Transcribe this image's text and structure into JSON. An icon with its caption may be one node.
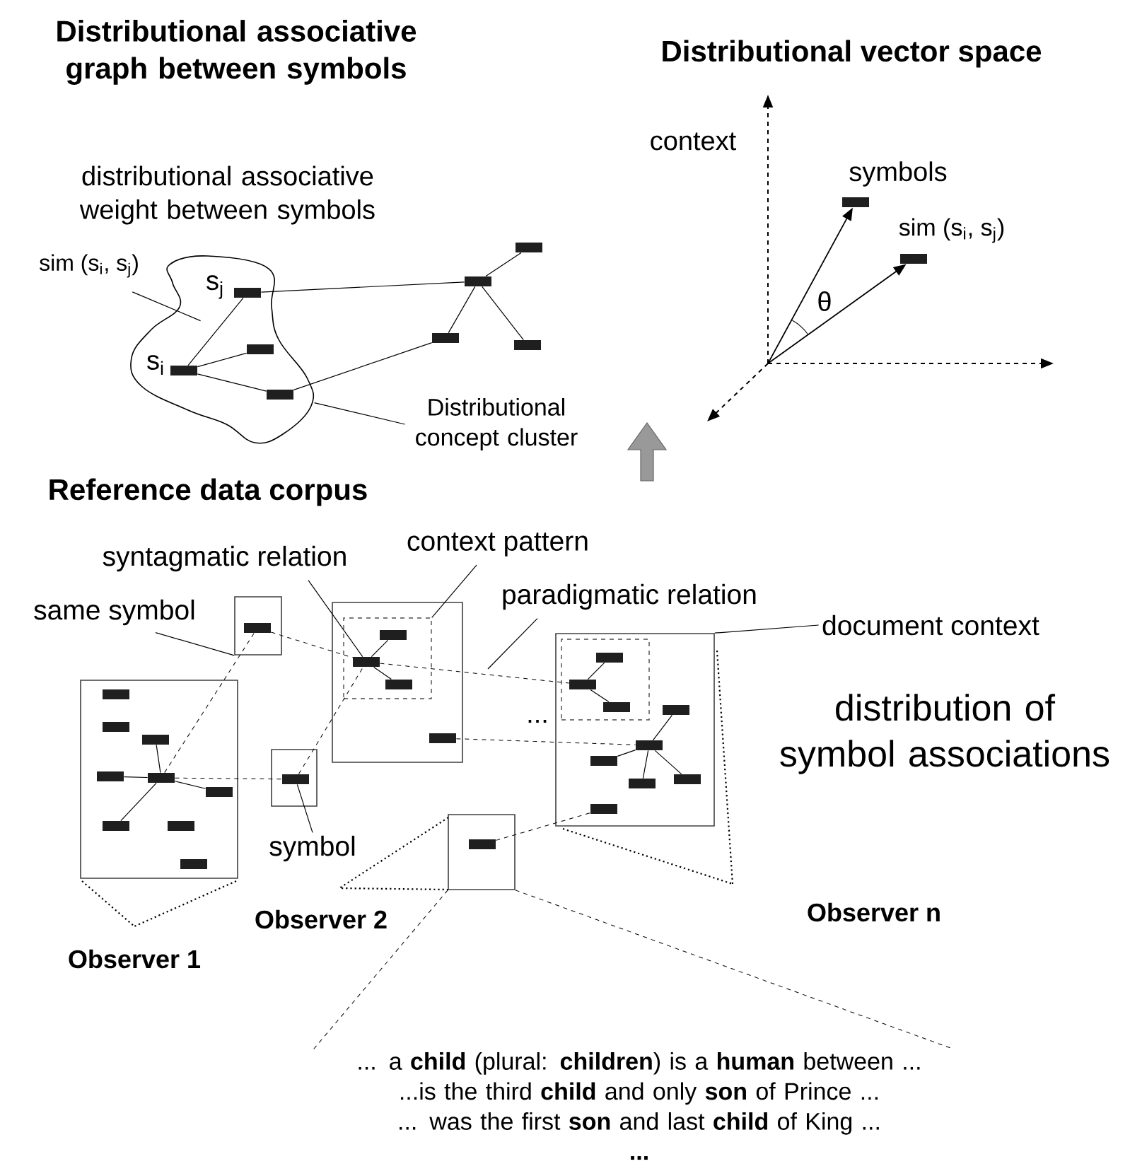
{
  "diagram": {
    "nodes": [
      {
        "text": [],
        "shape": "cloud"
      },
      {
        "text": [],
        "shape": "bar",
        "in": 0,
        "beside": [
          "s$_{j}$"
        ]
      },
      {
        "text": [],
        "shape": "bar",
        "in": 0
      },
      {
        "text": [],
        "shape": "bar",
        "in": 0,
        "beside": [
          "s$_{i}$"
        ]
      },
      {
        "text": [],
        "shape": "bar",
        "in": 0
      },
      {
        "text": [],
        "shape": "bar"
      },
      {
        "text": [],
        "shape": "bar"
      },
      {
        "text": [],
        "shape": "bar"
      },
      {
        "text": [],
        "shape": "bar"
      },
      {
        "text": [
          "sim (s$_{i}$, s$_{j}$)"
        ]
      },
      {
        "text": [
          "Distributional concept cluster"
        ]
      },
      {
        "text": [],
        "shape": "bar",
        "beside": [
          "symbols"
        ]
      },
      {
        "text": [],
        "shape": "bar",
        "beside": [
          "sim (s$_{i}$, s$_{j}$)"
        ]
      },
      {
        "text": [],
        "shape": "box"
      },
      {
        "text": [],
        "shape": "bar",
        "in": 13
      },
      {
        "text": [],
        "shape": "box",
        "beside": [
          "Observer 1"
        ]
      },
      {
        "text": [],
        "shape": "bar",
        "in": 15
      },
      {
        "text": [],
        "shape": "bar",
        "in": 15
      },
      {
        "text": [],
        "shape": "bar",
        "in": 15
      },
      {
        "text": [],
        "shape": "bar",
        "in": 15
      },
      {
        "text": [],
        "shape": "bar",
        "in": 15
      },
      {
        "text": [],
        "shape": "bar",
        "in": 15
      },
      {
        "text": [],
        "shape": "bar",
        "in": 15
      },
      {
        "text": [],
        "shape": "bar",
        "in": 15
      },
      {
        "text": [],
        "shape": "bar",
        "in": 15
      },
      {
        "text": [],
        "shape": "box"
      },
      {
        "text": [],
        "shape": "bar",
        "in": 25
      },
      {
        "text": [],
        "shape": "box"
      },
      {
        "text": [],
        "shape": "box",
        "in": 27
      },
      {
        "text": [],
        "shape": "bar",
        "in": 28
      },
      {
        "text": [],
        "shape": "bar",
        "in": 28
      },
      {
        "text": [],
        "shape": "bar",
        "in": 28
      },
      {
        "text": [],
        "shape": "bar",
        "in": 27
      },
      {
        "text": [],
        "shape": "box"
      },
      {
        "text": [],
        "shape": "box",
        "in": 33
      },
      {
        "text": [],
        "shape": "bar",
        "in": 34
      },
      {
        "text": [],
        "shape": "bar",
        "in": 34
      },
      {
        "text": [],
        "shape": "bar",
        "in": 34
      },
      {
        "text": [],
        "shape": "bar",
        "in": 33
      },
      {
        "text": [],
        "shape": "bar",
        "in": 33
      },
      {
        "text": [],
        "shape": "bar",
        "in": 33
      },
      {
        "text": [],
        "shape": "bar",
        "in": 33
      },
      {
        "text": [],
        "shape": "bar",
        "in": 33
      },
      {
        "text": [],
        "shape": "bar",
        "in": 33
      },
      {
        "text": [],
        "shape": "box",
        "beside": [
          "Observer 2"
        ]
      },
      {
        "text": [],
        "shape": "bar",
        "in": 44
      },
      {
        "text": [
          "same symbol"
        ]
      },
      {
        "text": [
          "syntagmatic relation"
        ]
      },
      {
        "text": [
          "context pattern"
        ]
      },
      {
        "text": [
          "paradigmatic relation"
        ]
      },
      {
        "text": [
          "document context"
        ]
      },
      {
        "text": [
          "symbol"
        ]
      },
      {
        "text": [
          "... a **child** (plural: **children**) is a **human** between ...",
          "...is the third **child** and only **son** of Prince ...",
          "... was the first **son** and last **child** of King ...",
          "..."
        ]
      }
    ],
    "edges": [
      {
        "from": 1,
        "to": 3,
        "arrow": "none"
      },
      {
        "from": 3,
        "to": 2,
        "arrow": "none"
      },
      {
        "from": 3,
        "to": 4,
        "arrow": "none"
      },
      {
        "from": 1,
        "to": 5,
        "arrow": "none"
      },
      {
        "from": 4,
        "to": 7,
        "arrow": "none"
      },
      {
        "from": 5,
        "to": 6,
        "arrow": "none"
      },
      {
        "from": 5,
        "to": 7,
        "arrow": "none"
      },
      {
        "from": 5,
        "to": 8,
        "arrow": "none"
      },
      {
        "from": 9,
        "to": 0,
        "arrow": "none"
      },
      {
        "from": 10,
        "to": 0,
        "arrow": "none"
      },
      {
        "from": null,
        "to": 11,
        "arrow": "to"
      },
      {
        "from": null,
        "to": 12,
        "arrow": "to"
      },
      {
        "from": 14,
        "to": 30,
        "arrow": "none",
        "style": "dashed"
      },
      {
        "from": 20,
        "to": 14,
        "arrow": "none",
        "style": "dashed"
      },
      {
        "from": 20,
        "to": 26,
        "arrow": "none",
        "style": "dashed"
      },
      {
        "from": 26,
        "to": 30,
        "arrow": "none",
        "style": "dashed"
      },
      {
        "from": 30,
        "to": 35,
        "arrow": "none",
        "style": "dashed"
      },
      {
        "from": 32,
        "to": 38,
        "arrow": "none",
        "style": "dashed"
      },
      {
        "from": 45,
        "to": 43,
        "arrow": "none",
        "style": "dashed"
      },
      {
        "from": 20,
        "to": 18,
        "arrow": "none"
      },
      {
        "from": 20,
        "to": 19,
        "arrow": "none"
      },
      {
        "from": 20,
        "to": 21,
        "arrow": "none"
      },
      {
        "from": 20,
        "to": 22,
        "arrow": "none"
      },
      {
        "from": 30,
        "to": 29,
        "arrow": "none"
      },
      {
        "from": 30,
        "to": 31,
        "arrow": "none"
      },
      {
        "from": 35,
        "to": 36,
        "arrow": "none"
      },
      {
        "from": 35,
        "to": 37,
        "arrow": "none"
      },
      {
        "from": 38,
        "to": 39,
        "arrow": "none"
      },
      {
        "from": 38,
        "to": 40,
        "arrow": "none"
      },
      {
        "from": 38,
        "to": 41,
        "arrow": "none"
      },
      {
        "from": 38,
        "to": 42,
        "arrow": "none"
      },
      {
        "from": 46,
        "to": 13,
        "arrow": "none"
      },
      {
        "from": 47,
        "to": 30,
        "arrow": "none"
      },
      {
        "from": 48,
        "to": 28,
        "arrow": "none"
      },
      {
        "from": 49,
        "to": null,
        "arrow": "none"
      },
      {
        "from": 50,
        "to": 33,
        "arrow": "none"
      },
      {
        "from": 51,
        "to": 26,
        "arrow": "none"
      },
      {
        "from": 44,
        "to": 52,
        "arrow": "none",
        "style": "dashed"
      },
      {
        "from": 44,
        "to": 52,
        "arrow": "none",
        "style": "dashed"
      }
    ],
    "labels": [
      "Distributional associative graph between symbols",
      "Distributional vector space",
      "distributional associative weight between symbols",
      "context",
      "θ",
      "Reference data corpus",
      "...",
      "distribution of symbol associations",
      "Observer n"
    ]
  }
}
